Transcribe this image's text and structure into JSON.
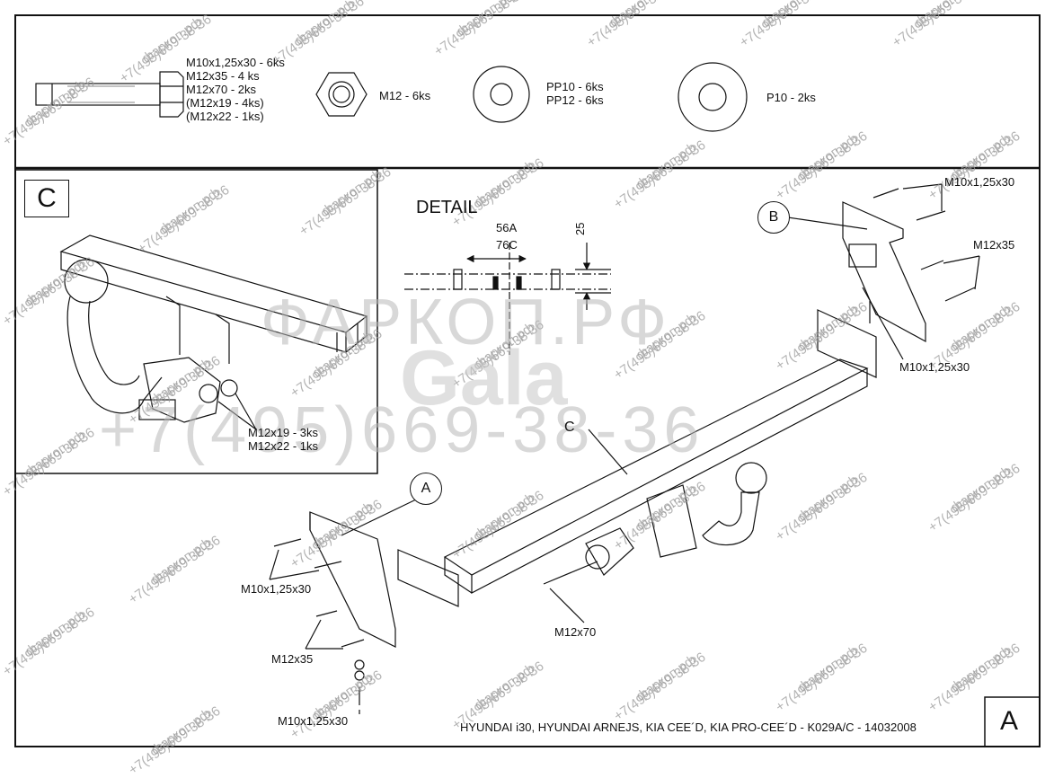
{
  "fasteners": {
    "bolt_lines": [
      "M10x1,25x30 - 6ks",
      "M12x35 - 4 ks",
      "M12x70 - 2ks",
      "(M12x19 - 4ks)",
      "(M12x22 - 1ks)"
    ],
    "nut_label": "M12 - 6ks",
    "washer_small_lines": [
      "PP10 - 6ks",
      "PP12 - 6ks"
    ],
    "washer_large_label": "P10 - 2ks"
  },
  "detail_c": {
    "letter": "C",
    "label_1": "M12x19 - 3ks",
    "label_2": "M12x22 - 1ks"
  },
  "detail_section": {
    "title": "DETAIL",
    "dim_56a": "56A",
    "dim_76c": "76C",
    "dim_25": "25"
  },
  "callouts": {
    "a": "A",
    "b": "B",
    "c": "C"
  },
  "main_labels": {
    "m10_right_top": "M10x1,25x30",
    "m12x35_right": "M12x35",
    "m10_right_mid": "M10x1,25x30",
    "m10_left": "M10x1,25x30",
    "m12x35_left": "M12x35",
    "m10_bottom": "M10x1,25x30",
    "m12x70": "M12x70"
  },
  "title_block": {
    "text": "HYUNDAI i30, HYUNDAI ARNEJS, KIA CEE´D, KIA PRO-CEE´D - K029A/C - 14032008",
    "sheet": "A"
  },
  "watermarks": {
    "site": "фаркоп.рф",
    "phone": "+7(495)669-38-36",
    "brand_big": "ФАРКОП.РФ",
    "logo_big": "Gala",
    "phone_big": "+7(495)669-38-36"
  }
}
